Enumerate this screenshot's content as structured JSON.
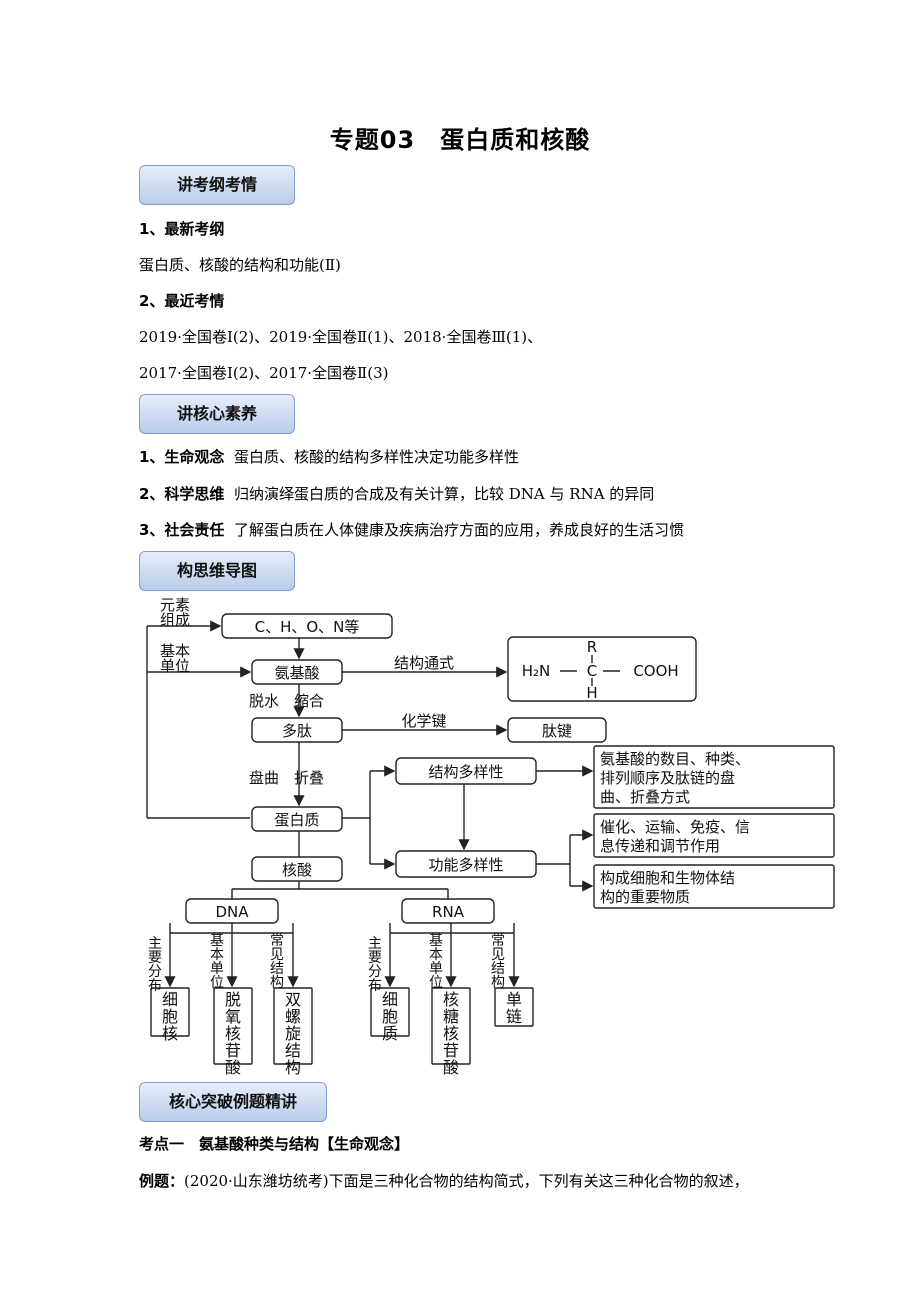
{
  "title": "专题03　蛋白质和核酸",
  "sections": {
    "s1": "讲考纲考情",
    "s2": "讲核心素养",
    "s3": "构思维导图",
    "s4": "核心突破例题精讲"
  },
  "outline": {
    "h1": "1、最新考纲",
    "p1": "蛋白质、核酸的结构和功能(Ⅱ)",
    "h2": "2、最近考情",
    "p2": "2019·全国卷Ⅰ(2)、2019·全国卷Ⅱ(1)、2018·全国卷Ⅲ(1)、",
    "p3": "2017·全国卷Ⅰ(2)、2017·全国卷Ⅱ(3)"
  },
  "literacy": [
    {
      "label": "1、生命观念",
      "text": "蛋白质、核酸的结构多样性决定功能多样性"
    },
    {
      "label": "2、科学思维",
      "text": "归纳演绎蛋白质的合成及有关计算，比较 DNA 与 RNA 的异同"
    },
    {
      "label": "3、社会责任",
      "text": "了解蛋白质在人体健康及疾病治疗方面的应用，养成良好的生活习惯"
    }
  ],
  "map": {
    "elem_l1": "元素",
    "elem_l2": "组成",
    "chon": "C、H、O、N等",
    "unit_l1": "基本",
    "unit_l2": "单位",
    "aa": "氨基酸",
    "formula_label": "结构通式",
    "formula_r": "R",
    "formula_h2n": "H₂N",
    "formula_c": "C",
    "formula_cooh": "COOH",
    "formula_h": "H",
    "dehydrate": "脱水　缩合",
    "polypeptide": "多肽",
    "chem_bond": "化学键",
    "peptide_bond": "肽键",
    "coil": "盘曲　折叠",
    "protein": "蛋白质",
    "struct_div": "结构多样性",
    "struct_reason": [
      "氨基酸的数目、种类、",
      "排列顺序及肽链的盘",
      "曲、折叠方式"
    ],
    "func_div": "功能多样性",
    "func1": [
      "催化、运输、免疫、信",
      "息传递和调节作用"
    ],
    "func2": [
      "构成细胞和生物体结",
      "构的重要物质"
    ],
    "nucleic": "核酸",
    "dna": "DNA",
    "rna": "RNA",
    "v_main": "主要分布",
    "v_unit": "基本单位",
    "v_struct": "常见结构",
    "dna_dist": "细胞核",
    "dna_unit": "脱氧核苷酸",
    "dna_struct": "双螺旋结构",
    "rna_dist": "细胞质",
    "rna_unit": "核糖核苷酸",
    "rna_struct": "单链"
  },
  "exam": {
    "point": "考点一　氨基酸种类与结构【生命观念】",
    "example_label": "例题：",
    "example_text": "(2020·山东潍坊统考)下面是三种化合物的结构简式，下列有关这三种化合物的叙述，"
  }
}
